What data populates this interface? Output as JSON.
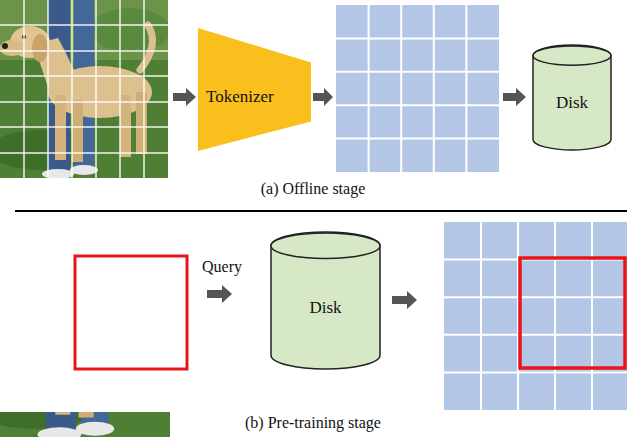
{
  "diagram": {
    "nodes": [
      {
        "text": [
          "Tokenizer"
        ]
      },
      {
        "text": [
          "Disk"
        ]
      },
      {
        "text": [
          "Disk"
        ]
      }
    ],
    "labels": [
      "(a) Offline stage",
      "Query",
      "(b) Pre-training stage"
    ]
  }
}
